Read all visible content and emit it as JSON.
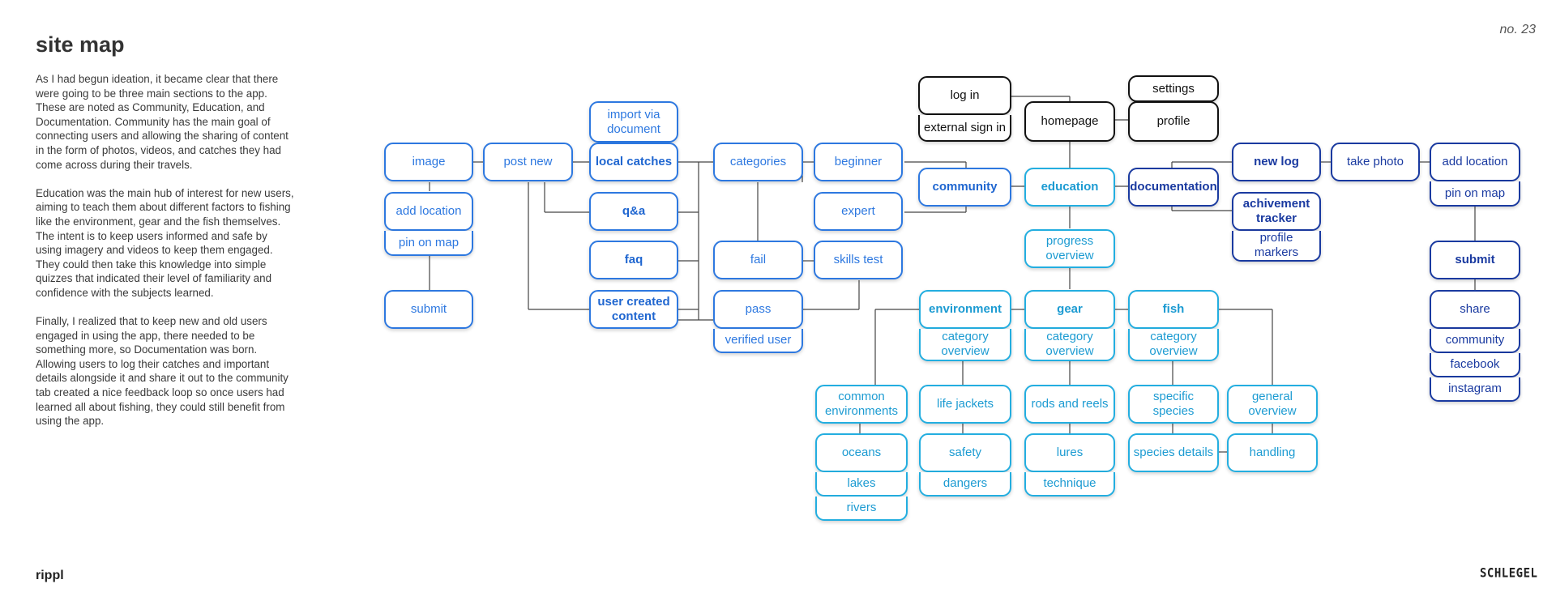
{
  "page": {
    "title": "site map",
    "page_number": "no. 23",
    "brand": "rippl",
    "signature": "SCHLEGEL",
    "paragraphs": [
      "As I had begun ideation, it became clear that there were going to be three main sections to the app. These are noted as Community, Education, and Documentation. Community has the main goal of connecting users and allowing the sharing of content in the form of photos, videos, and catches they had come across during their travels.",
      "Education was the main hub of interest for new users, aiming to teach them about different factors to fishing like the environment, gear and the fish themselves. The intent is to keep users informed and safe by using imagery and videos to keep them engaged. They could then take this knowledge into simple quizzes that indicated their level of familiarity and confidence with the subjects learned.",
      "Finally, I realized that to keep new and old users engaged in using the app, there needed to be something more, so Documentation was born. Allowing users to log their catches and important details alongside it and share it out to the community tab created a nice feedback loop so once users had learned all about fishing, they could still benefit from using the app."
    ]
  },
  "colors": {
    "core": "#111111",
    "community": "#2d78e0",
    "education": "#23aee0",
    "documentation": "#1a3aa0"
  },
  "nodes": [
    {
      "id": "login",
      "label": "log in",
      "color": "black",
      "bold": false
    },
    {
      "id": "extsign",
      "label": "external sign in",
      "color": "black",
      "bold": false
    },
    {
      "id": "homepage",
      "label": "homepage",
      "color": "black",
      "bold": false
    },
    {
      "id": "settings",
      "label": "settings",
      "color": "black",
      "bold": false
    },
    {
      "id": "profile",
      "label": "profile",
      "color": "black",
      "bold": false
    },
    {
      "id": "community",
      "label": "community",
      "color": "blue",
      "bold": true
    },
    {
      "id": "image",
      "label": "image",
      "color": "blue",
      "bold": false
    },
    {
      "id": "addloc1",
      "label": "add location",
      "color": "blue",
      "bold": false
    },
    {
      "id": "pinmap1",
      "label": "pin on map",
      "color": "blue",
      "bold": false
    },
    {
      "id": "submit1",
      "label": "submit",
      "color": "blue",
      "bold": false
    },
    {
      "id": "postnew",
      "label": "post new",
      "color": "blue",
      "bold": false
    },
    {
      "id": "importdoc",
      "label": "import via document",
      "color": "blue",
      "bold": false
    },
    {
      "id": "localcatches",
      "label": "local catches",
      "color": "blue",
      "bold": true
    },
    {
      "id": "qa",
      "label": "q&a",
      "color": "blue",
      "bold": true
    },
    {
      "id": "faq",
      "label": "faq",
      "color": "blue",
      "bold": true
    },
    {
      "id": "ucc",
      "label": "user created content",
      "color": "blue",
      "bold": true
    },
    {
      "id": "categories",
      "label": "categories",
      "color": "blue",
      "bold": false
    },
    {
      "id": "beginner",
      "label": "beginner",
      "color": "blue",
      "bold": false
    },
    {
      "id": "expert",
      "label": "expert",
      "color": "blue",
      "bold": false
    },
    {
      "id": "fail",
      "label": "fail",
      "color": "blue",
      "bold": false
    },
    {
      "id": "skillstest",
      "label": "skills test",
      "color": "blue",
      "bold": false
    },
    {
      "id": "pass",
      "label": "pass",
      "color": "blue",
      "bold": false
    },
    {
      "id": "verified",
      "label": "verified user",
      "color": "blue",
      "bold": false
    },
    {
      "id": "education",
      "label": "education",
      "color": "cyan",
      "bold": true
    },
    {
      "id": "progress",
      "label": "progress overview",
      "color": "cyan",
      "bold": false
    },
    {
      "id": "environment",
      "label": "environment",
      "color": "cyan",
      "bold": true
    },
    {
      "id": "envcat",
      "label": "category overview",
      "color": "cyan",
      "bold": false
    },
    {
      "id": "gear",
      "label": "gear",
      "color": "cyan",
      "bold": true
    },
    {
      "id": "gearcat",
      "label": "category overview",
      "color": "cyan",
      "bold": false
    },
    {
      "id": "fish",
      "label": "fish",
      "color": "cyan",
      "bold": true
    },
    {
      "id": "fishcat",
      "label": "category overview",
      "color": "cyan",
      "bold": false
    },
    {
      "id": "commonenv",
      "label": "common environments",
      "color": "cyan",
      "bold": false
    },
    {
      "id": "oceans",
      "label": "oceans",
      "color": "cyan",
      "bold": false
    },
    {
      "id": "lakes",
      "label": "lakes",
      "color": "cyan",
      "bold": false
    },
    {
      "id": "rivers",
      "label": "rivers",
      "color": "cyan",
      "bold": false
    },
    {
      "id": "lifejackets",
      "label": "life jackets",
      "color": "cyan",
      "bold": false
    },
    {
      "id": "safety",
      "label": "safety",
      "color": "cyan",
      "bold": false
    },
    {
      "id": "dangers",
      "label": "dangers",
      "color": "cyan",
      "bold": false
    },
    {
      "id": "rods",
      "label": "rods and reels",
      "color": "cyan",
      "bold": false
    },
    {
      "id": "lures",
      "label": "lures",
      "color": "cyan",
      "bold": false
    },
    {
      "id": "technique",
      "label": "technique",
      "color": "cyan",
      "bold": false
    },
    {
      "id": "specific",
      "label": "specific species",
      "color": "cyan",
      "bold": false
    },
    {
      "id": "details",
      "label": "species details",
      "color": "cyan",
      "bold": false
    },
    {
      "id": "general",
      "label": "general overview",
      "color": "cyan",
      "bold": false
    },
    {
      "id": "handling",
      "label": "handling",
      "color": "cyan",
      "bold": false
    },
    {
      "id": "documentation",
      "label": "documentation",
      "color": "navy",
      "bold": true
    },
    {
      "id": "newlog",
      "label": "new log",
      "color": "navy",
      "bold": true
    },
    {
      "id": "achievement",
      "label": "achivement tracker",
      "color": "navy",
      "bold": true
    },
    {
      "id": "markers",
      "label": "profile markers",
      "color": "navy",
      "bold": false
    },
    {
      "id": "takephoto",
      "label": "take photo",
      "color": "navy",
      "bold": false
    },
    {
      "id": "addloc2",
      "label": "add location",
      "color": "navy",
      "bold": false
    },
    {
      "id": "pinmap2",
      "label": "pin on map",
      "color": "navy",
      "bold": false
    },
    {
      "id": "submit2",
      "label": "submit",
      "color": "navy",
      "bold": true
    },
    {
      "id": "share",
      "label": "share",
      "color": "navy",
      "bold": false
    },
    {
      "id": "sharecommunity",
      "label": "community",
      "color": "navy",
      "bold": false
    },
    {
      "id": "facebook",
      "label": "facebook",
      "color": "navy",
      "bold": false
    },
    {
      "id": "instagram",
      "label": "instagram",
      "color": "navy",
      "bold": false
    }
  ]
}
